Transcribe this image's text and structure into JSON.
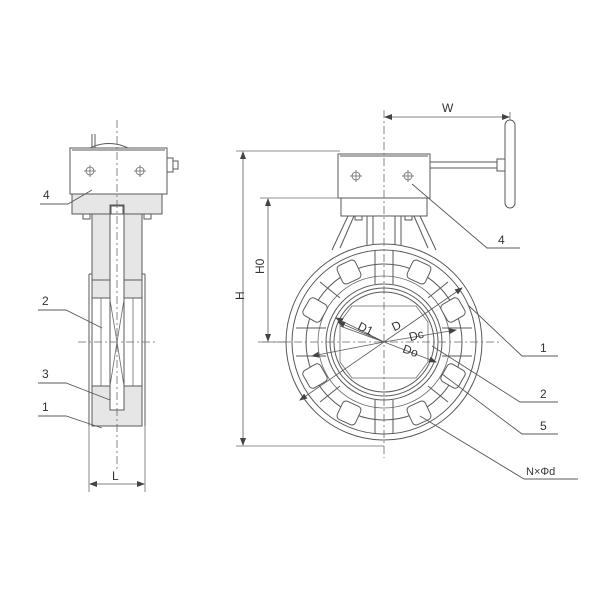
{
  "diagram": {
    "type": "engineering-drawing",
    "subject": "gear-operated butterfly valve",
    "views": [
      "side-view",
      "front-view"
    ],
    "colors": {
      "line": "#5a5a5a",
      "fill_body": "#e6e6e6",
      "text": "#333333",
      "background": "#ffffff"
    }
  },
  "side_view": {
    "part_labels": [
      {
        "id": "4",
        "text": "4"
      },
      {
        "id": "2",
        "text": "2"
      },
      {
        "id": "3",
        "text": "3"
      },
      {
        "id": "1",
        "text": "1"
      }
    ],
    "dimension_L": "L"
  },
  "front_view": {
    "dimensions": {
      "W": "W",
      "H": "H",
      "H0": "H0",
      "D1": "D1",
      "D": "D",
      "Dc": "Dc",
      "Do": "Do"
    },
    "part_labels": [
      {
        "id": "4",
        "text": "4"
      },
      {
        "id": "1",
        "text": "1"
      },
      {
        "id": "2",
        "text": "2"
      },
      {
        "id": "5",
        "text": "5"
      },
      {
        "id": "bolt",
        "text": "N×Φd"
      }
    ]
  }
}
